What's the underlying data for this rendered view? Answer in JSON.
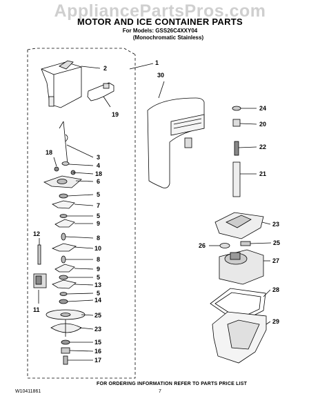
{
  "watermark": "AppliancePartsPros.com",
  "header": {
    "title": "MOTOR AND ICE CONTAINER PARTS",
    "models_line": "For Models: GSS26C4XXY04",
    "variant_line": "(Monochromatic Stainless)"
  },
  "callouts": {
    "c1": "1",
    "c2": "2",
    "c19": "19",
    "c30": "30",
    "c3": "3",
    "c4": "4",
    "c18a": "18",
    "c18b": "18",
    "c6": "6",
    "c5a": "5",
    "c7": "7",
    "c5b": "5",
    "c9a": "9",
    "c8a": "8",
    "c10": "10",
    "c8b": "8",
    "c9b": "9",
    "c5c": "5",
    "c13": "13",
    "c5d": "5",
    "c14": "14",
    "c25a": "25",
    "c23a": "23",
    "c15": "15",
    "c16": "16",
    "c17": "17",
    "c12": "12",
    "c11": "11",
    "c24": "24",
    "c20": "20",
    "c22": "22",
    "c21": "21",
    "c23b": "23",
    "c26": "26",
    "c25b": "25",
    "c27": "27",
    "c28": "28",
    "c29": "29"
  },
  "footer": {
    "ordering_info": "FOR ORDERING INFORMATION REFER TO PARTS PRICE LIST",
    "doc_number": "W10411861",
    "page_number": "7"
  }
}
